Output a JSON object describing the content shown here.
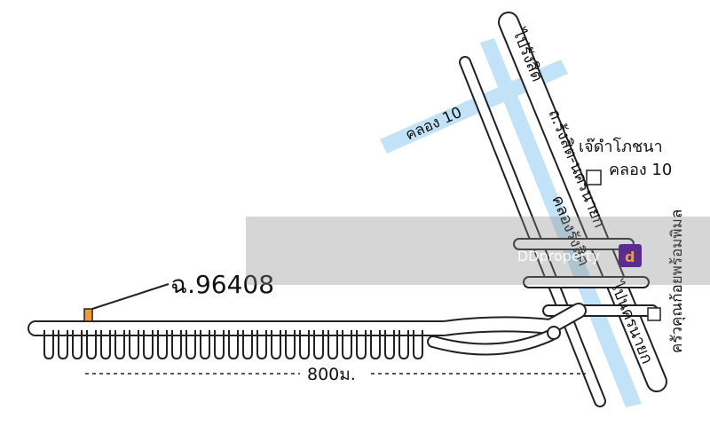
{
  "map": {
    "plot_label": "ฉ.96408",
    "distance_label": "800ม.",
    "canal_main_label": "คลองรังสิต",
    "canal_cross_label": "คลอง 10",
    "road_main_label": "ถ.รังสิต-นครนายก",
    "direction_north_label": "ไปรังสิต",
    "direction_south_label": "ไปนครนายก",
    "landmark_restaurant_line1": "เจ๊ดำโภชนา",
    "landmark_restaurant_line2": "คลอง 10",
    "landmark_kitchen_label": "ครัวคุณก้อยพร้อมพิมล",
    "watermark_text": "DDproperty",
    "colors": {
      "water": "#c2e3f7",
      "plot_marker": "#f09a3e",
      "road_outline": "#222222",
      "watermark_band": "#8a8a8a",
      "watermark_logo": "#5b2d8e"
    }
  }
}
